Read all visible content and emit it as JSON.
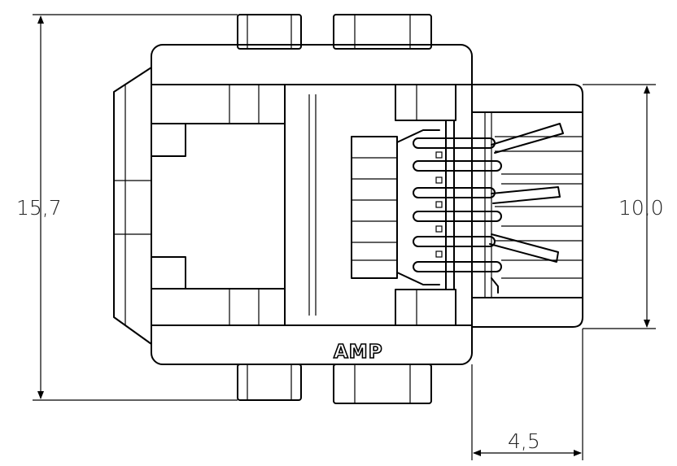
{
  "dimensions": {
    "height_overall": "15,7",
    "height_rear": "10,0",
    "depth_rear": "4,5"
  },
  "logo": {
    "text": "AMP",
    "icon": "amp-logo-icon"
  },
  "colors": {
    "stroke": "#000000",
    "background": "#ffffff"
  }
}
